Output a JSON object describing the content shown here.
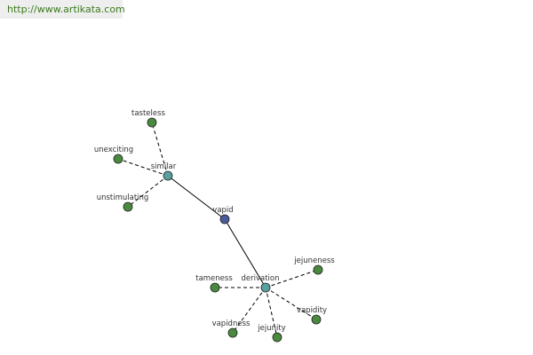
{
  "banner": {
    "url_text": "http://www.artikata.com"
  },
  "graph": {
    "center": {
      "id": "vapid",
      "label": "vapid"
    },
    "hubs": [
      {
        "id": "similar",
        "label": "similar"
      },
      {
        "id": "derivation",
        "label": "derivation"
      }
    ],
    "leaves": [
      {
        "id": "tasteless",
        "label": "tasteless",
        "hub": "similar"
      },
      {
        "id": "unexciting",
        "label": "unexciting",
        "hub": "similar"
      },
      {
        "id": "unstimulating",
        "label": "unstimulating",
        "hub": "similar"
      },
      {
        "id": "tameness",
        "label": "tameness",
        "hub": "derivation"
      },
      {
        "id": "jejuneness",
        "label": "jejuneness",
        "hub": "derivation"
      },
      {
        "id": "vapidity",
        "label": "vapidity",
        "hub": "derivation"
      },
      {
        "id": "jejunity",
        "label": "jejunity",
        "hub": "derivation"
      },
      {
        "id": "vapidness",
        "label": "vapidness",
        "hub": "derivation"
      }
    ],
    "colors": {
      "center_fill": "#4a5a9a",
      "hub_fill": "#5aa0a0",
      "leaf_fill": "#4a8a3e",
      "node_stroke": "#222222",
      "edge": "#000000"
    }
  }
}
